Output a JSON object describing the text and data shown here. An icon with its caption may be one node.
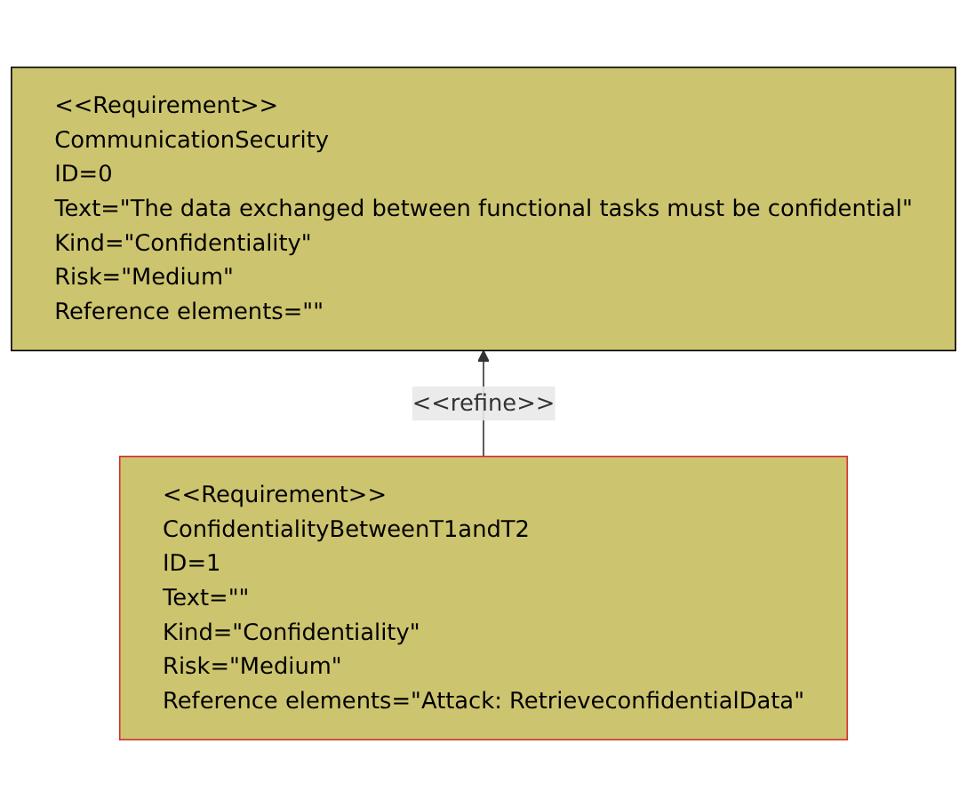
{
  "diagram": {
    "nodes": [
      {
        "text": [
          "<<Requirement>>",
          "CommunicationSecurity",
          "ID=0",
          "Text=\"The data exchanged between functional tasks must be confidential\"",
          "Kind=\"Confidentiality\"",
          "Risk=\"Medium\"",
          "Reference elements=\"\""
        ]
      },
      {
        "text": [
          "<<Requirement>>",
          "ConfidentialityBetweenT1andT2",
          "ID=1",
          "Text=\"\"",
          "Kind=\"Confidentiality\"",
          "Risk=\"Medium\"",
          "Reference elements=\"Attack: RetrieveconfidentialData\""
        ]
      }
    ],
    "edges": [
      {
        "from": 1,
        "to": 0,
        "arrow": "to",
        "label": "<<refine>>"
      }
    ]
  }
}
